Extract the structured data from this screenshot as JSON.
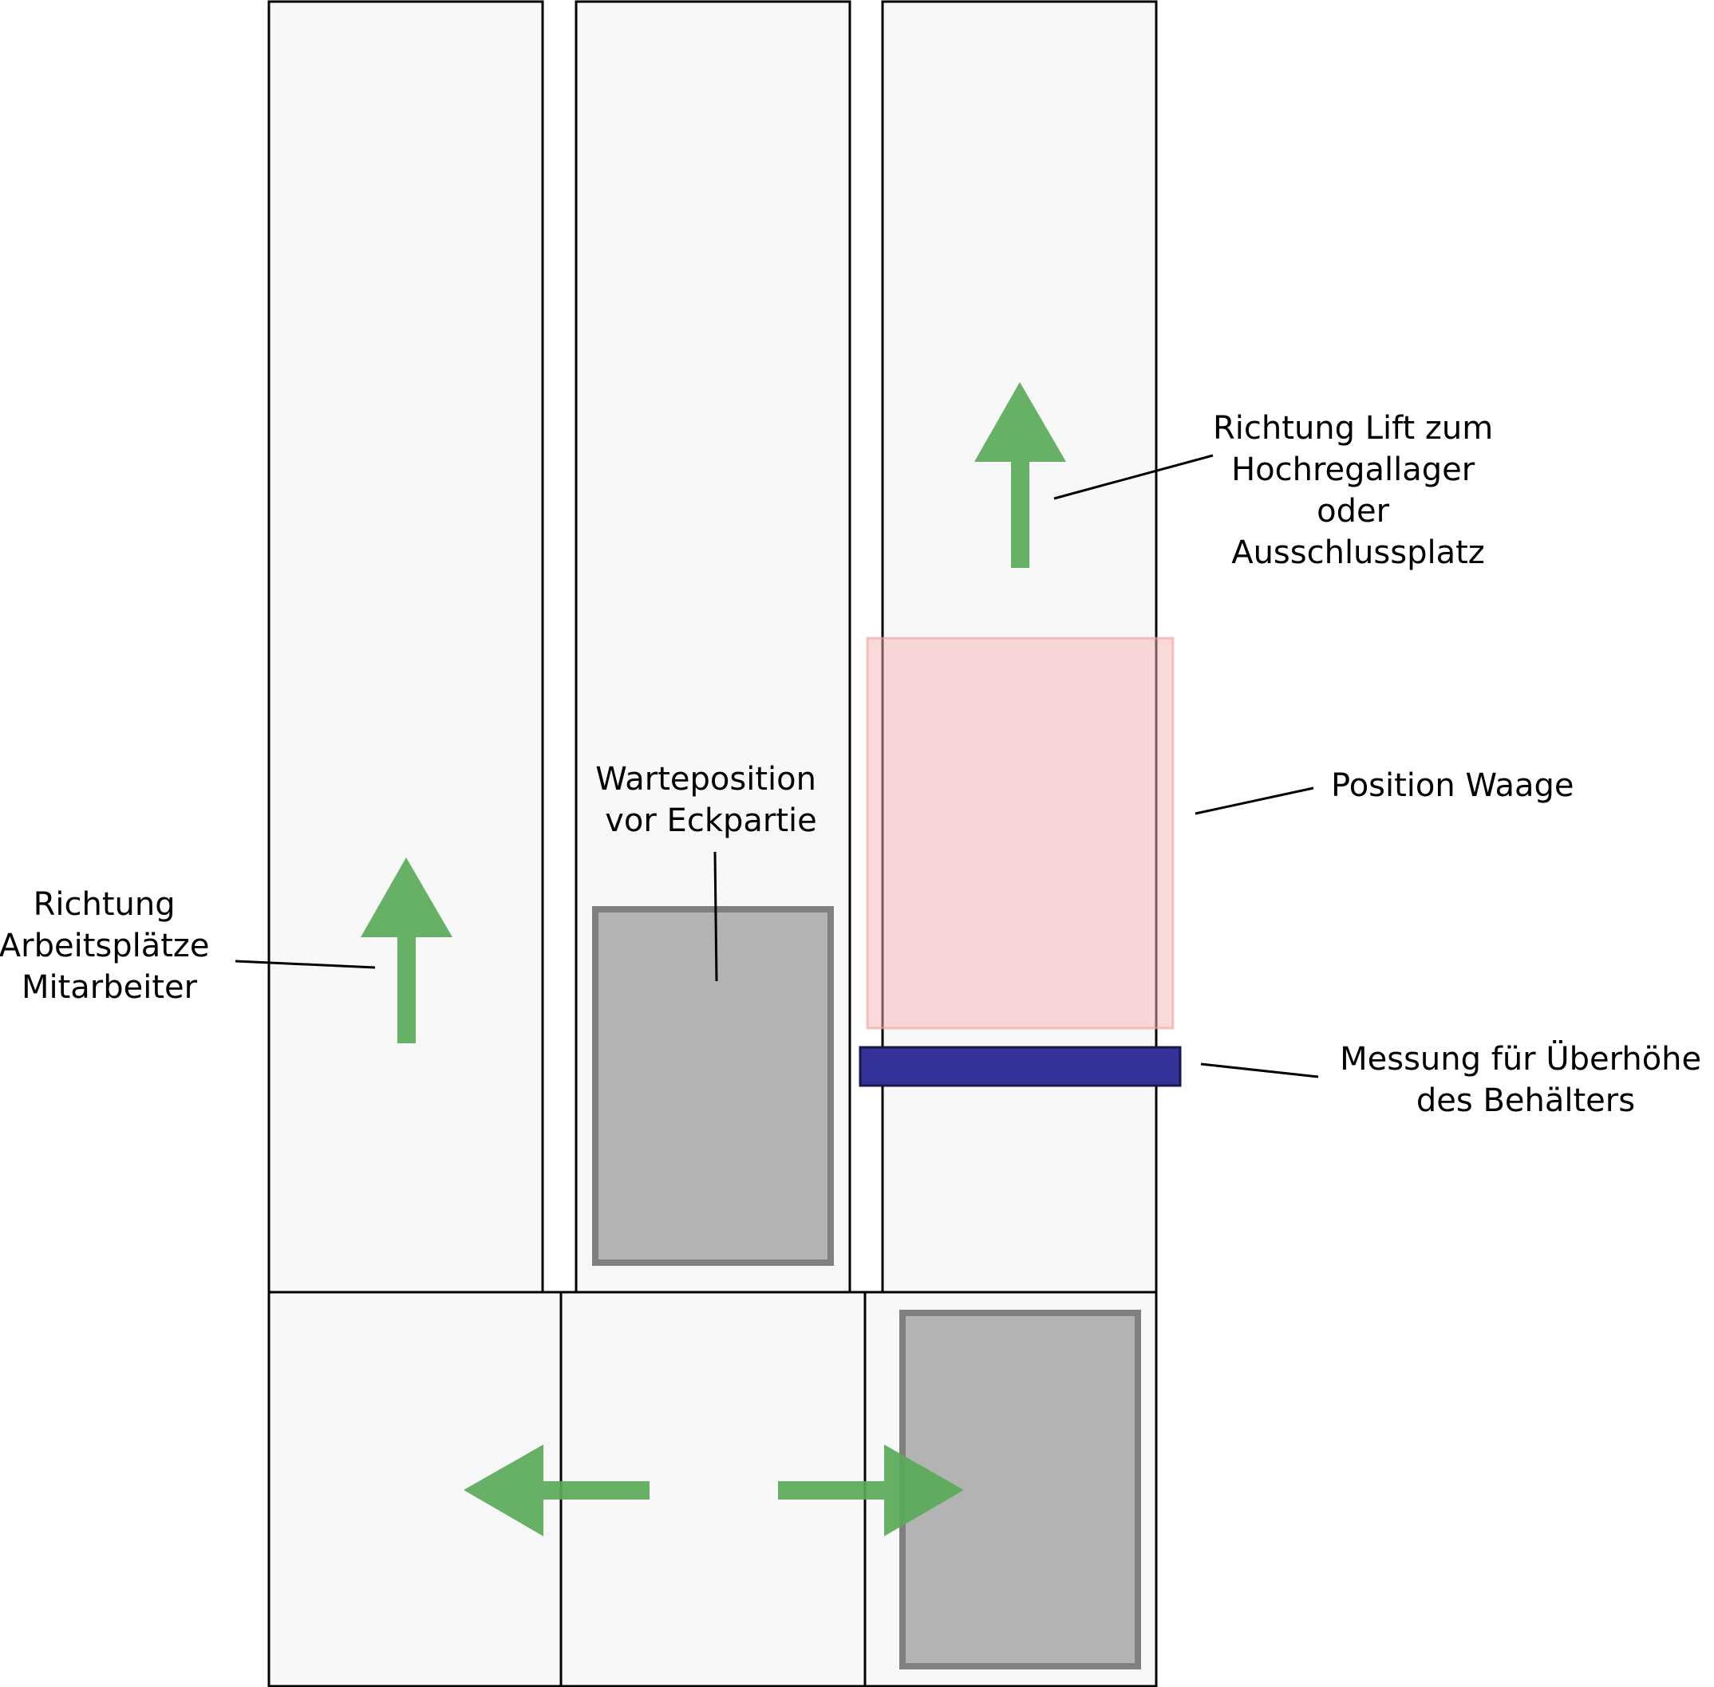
{
  "colors": {
    "lane_fill": "#f8f8f8",
    "container_fill": "#b3b3b3",
    "container_stroke": "#808080",
    "arrow": "#5aaa5a",
    "scale_zone": "#f4b3b3",
    "sensor_bar": "#333399"
  },
  "labels": {
    "workplaces": [
      "Richtung",
      "Arbeitsplätze",
      "Mitarbeiter"
    ],
    "waiting": [
      "Warteposition",
      "vor Eckpartie"
    ],
    "lift": [
      "Richtung Lift zum",
      "Hochregallager",
      "oder",
      "Ausschlussplatz"
    ],
    "scale": [
      "Position Waage"
    ],
    "height_check": [
      "Messung für Überhöhe",
      "des Behälters"
    ]
  }
}
